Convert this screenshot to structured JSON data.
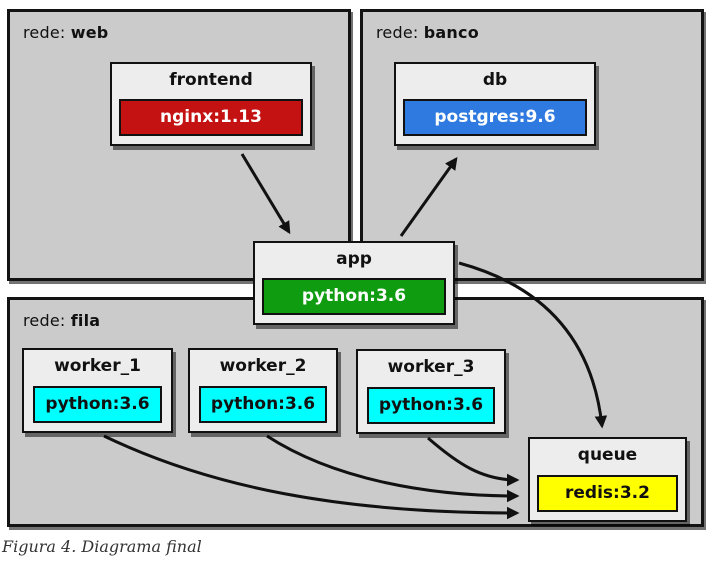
{
  "figure_caption": "Figura 4. Diagrama final",
  "networks": {
    "web": {
      "prefix": "rede:",
      "name": "web"
    },
    "banco": {
      "prefix": "rede:",
      "name": "banco"
    },
    "fila": {
      "prefix": "rede:",
      "name": "fila"
    }
  },
  "nodes": {
    "frontend": {
      "title": "frontend",
      "image": "nginx:1.13",
      "color": "#c41111",
      "text_color": "#ffffff"
    },
    "db": {
      "title": "db",
      "image": "postgres:9.6",
      "color": "#2f7ae0",
      "text_color": "#ffffff"
    },
    "app": {
      "title": "app",
      "image": "python:3.6",
      "color": "#109c10",
      "text_color": "#ffffff"
    },
    "worker_1": {
      "title": "worker_1",
      "image": "python:3.6",
      "color": "#00ffff",
      "text_color": "#111111"
    },
    "worker_2": {
      "title": "worker_2",
      "image": "python:3.6",
      "color": "#00ffff",
      "text_color": "#111111"
    },
    "worker_3": {
      "title": "worker_3",
      "image": "python:3.6",
      "color": "#00ffff",
      "text_color": "#111111"
    },
    "queue": {
      "title": "queue",
      "image": "redis:3.2",
      "color": "#ffff00",
      "text_color": "#111111"
    }
  },
  "edges": [
    {
      "from": "frontend",
      "to": "app"
    },
    {
      "from": "app",
      "to": "db"
    },
    {
      "from": "app",
      "to": "queue"
    },
    {
      "from": "worker_1",
      "to": "queue"
    },
    {
      "from": "worker_2",
      "to": "queue"
    },
    {
      "from": "worker_3",
      "to": "queue"
    }
  ],
  "colors": {
    "network_bg": "#cbcbcb",
    "node_bg": "#ededed",
    "edge_line": "#111111"
  }
}
